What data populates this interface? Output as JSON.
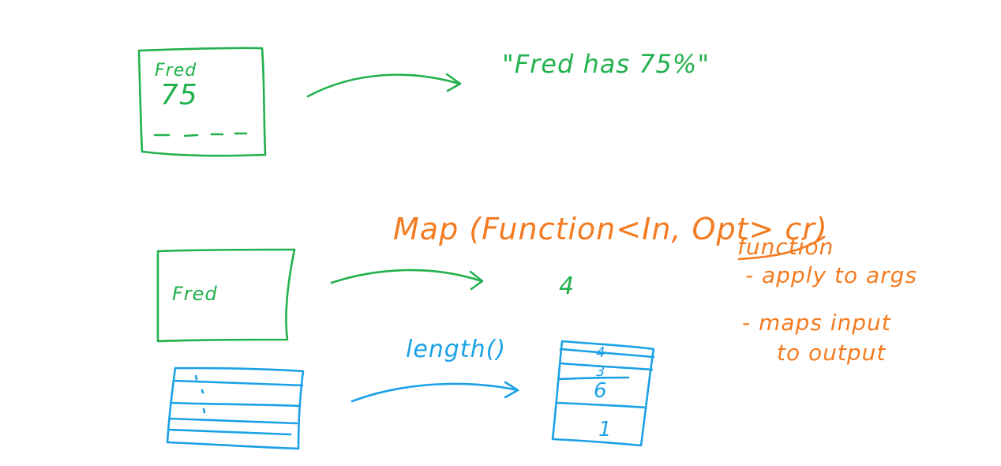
{
  "colors": {
    "green": "#22b14c",
    "orange": "#f47b20",
    "blue": "#1aa1e6"
  },
  "top": {
    "box_label": "Fred",
    "box_value": "75",
    "output_text": "\"Fred has 75%\""
  },
  "middle": {
    "map_signature": "Map (Function<In, Opt> cr)",
    "box_label": "Fred",
    "output_value": "4"
  },
  "notes": {
    "heading": "function",
    "bullet_1": "- apply to args",
    "bullet_2_line1": "- maps input",
    "bullet_2_line2": "to output"
  },
  "bottom": {
    "function_label": "length()",
    "output_cells": [
      "4",
      "3",
      "6",
      "1"
    ]
  }
}
